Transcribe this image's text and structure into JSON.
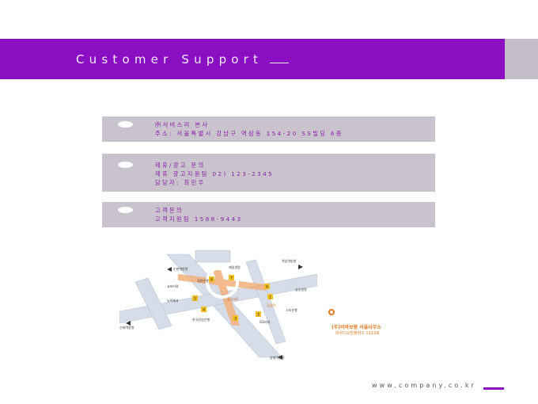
{
  "header": {
    "title": "Customer Support"
  },
  "cards": [
    {
      "lines": [
        "㈜서비스리 본사",
        "주소: 서울특별시 강남구 역삼동 154-20 SS빌딩 6층"
      ]
    },
    {
      "lines": [
        "제휴/광고 문의",
        "제휴 광고지원팀 02) 123-2345",
        "담당자: 최민우"
      ]
    },
    {
      "lines": [
        "고객문의",
        "고객지원팀 1588-9443"
      ]
    }
  ],
  "map": {
    "labels": {
      "north_station": "논현역방향",
      "east_station": "역삼역방향",
      "west_station": "신대역방향",
      "south_station": "양재역방향",
      "center_road": "강남대로",
      "landmark_1": "제일생명",
      "landmark_2": "국민은행",
      "landmark_3": "교보타워",
      "landmark_4": "한국산업은행",
      "landmark_5": "뉴욕제과",
      "landmark_6": "GS타워",
      "landmark_7": "시티은행",
      "landmark_8": "강남역",
      "landmark_9": "삼성생명",
      "office_name": "(주)비바보람 서울사무소",
      "office_addr": "대우디오빌플러스 1213호"
    },
    "numbers": [
      "1",
      "2",
      "3",
      "4",
      "5",
      "6",
      "7",
      "8"
    ],
    "colors": {
      "road": "#d6dde8",
      "highlight": "#f3b07c",
      "marker": "#f0c020",
      "office": "#e07a20"
    }
  },
  "footer": {
    "url": "www.company.co.kr"
  },
  "colors": {
    "accent": "#8a0fc2",
    "card_bg": "#c9c3cd",
    "text": "#8a1ea8"
  }
}
